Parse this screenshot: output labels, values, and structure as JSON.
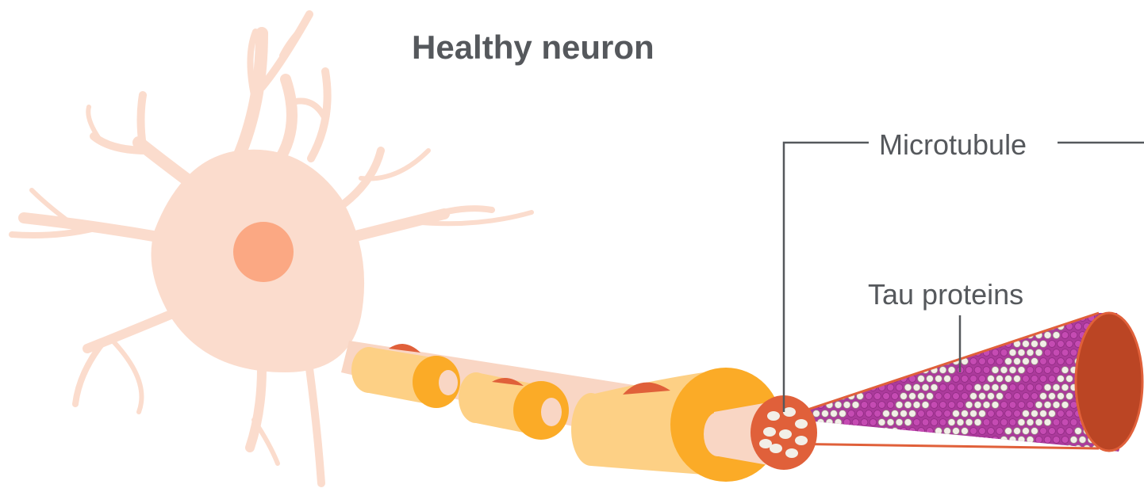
{
  "title": "Healthy neuron",
  "labels": {
    "microtubule": "Microtubule",
    "tau_proteins": "Tau proteins"
  },
  "colors": {
    "cell_body": "#fbdccd",
    "nucleus": "#fba883",
    "axon_core": "#f9d6c4",
    "myelin_light": "#fdd085",
    "myelin_dark": "#fbab27",
    "node_bump": "#e0603a",
    "tube_fill": "#ab3a9b",
    "tube_outline": "#e0603a",
    "tube_end": "#bb4524",
    "tau_dot": "#f2efe8",
    "text": "#55585c",
    "leader_line": "#55585c"
  }
}
